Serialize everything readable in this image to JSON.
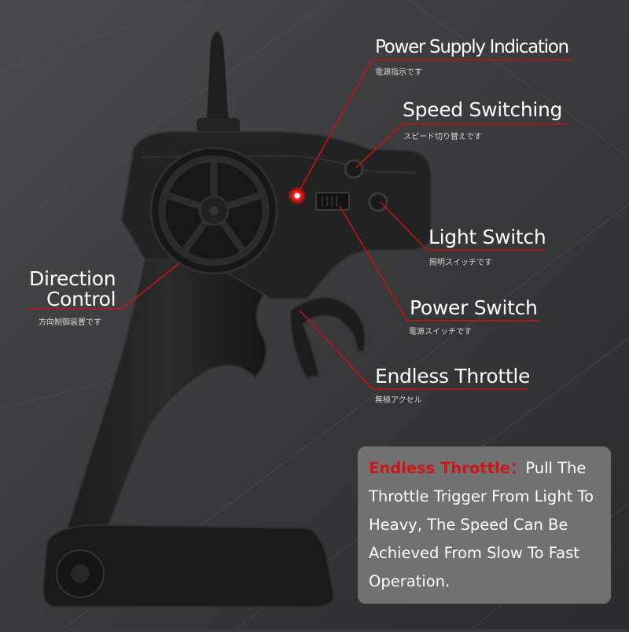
{
  "callouts": {
    "power_indication": {
      "label": "Power Supply Indication",
      "sub": "電源指示です"
    },
    "speed_switching": {
      "label": "Speed Switching",
      "sub": "スピード切り替えです"
    },
    "light_switch": {
      "label": "Light Switch",
      "sub": "照明スイッチです"
    },
    "direction_control": {
      "label_line1": "Direction",
      "label_line2": "Control",
      "sub": "方向制御装置です"
    },
    "power_switch": {
      "label": "Power Switch",
      "sub": "電源スイッチです"
    },
    "endless_throttle": {
      "label": "Endless Throttle",
      "sub": "無極アクセル"
    }
  },
  "note": {
    "title": "Endless Throttle：",
    "text": "Pull The Throttle Trigger From Light To Heavy, The Speed Can Be Achieved From Slow To Fast Operation."
  },
  "colors": {
    "background": "#3b3b3d",
    "accent_red": "#c51111",
    "note_box": "#767676"
  }
}
